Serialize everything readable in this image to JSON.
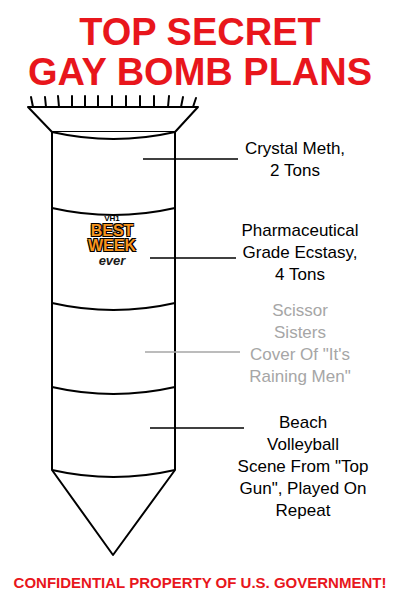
{
  "diagram": {
    "title": "TOP SECRET GAY BOMB PLANS",
    "caption": "CONFIDENTIAL PROPERTY OF U.S. GOVERNMENT!",
    "labels": [
      "Crystal Meth, 2 Tons",
      "VH1",
      "BEST WEEK",
      "ever",
      "Pharmaceutical Grade Ecstasy, 4 Tons",
      "Scissor Sisters Cover Of \"It's Raining Men\"",
      "Beach Volleyball Scene From \"Top Gun\", Played On Repeat"
    ]
  }
}
